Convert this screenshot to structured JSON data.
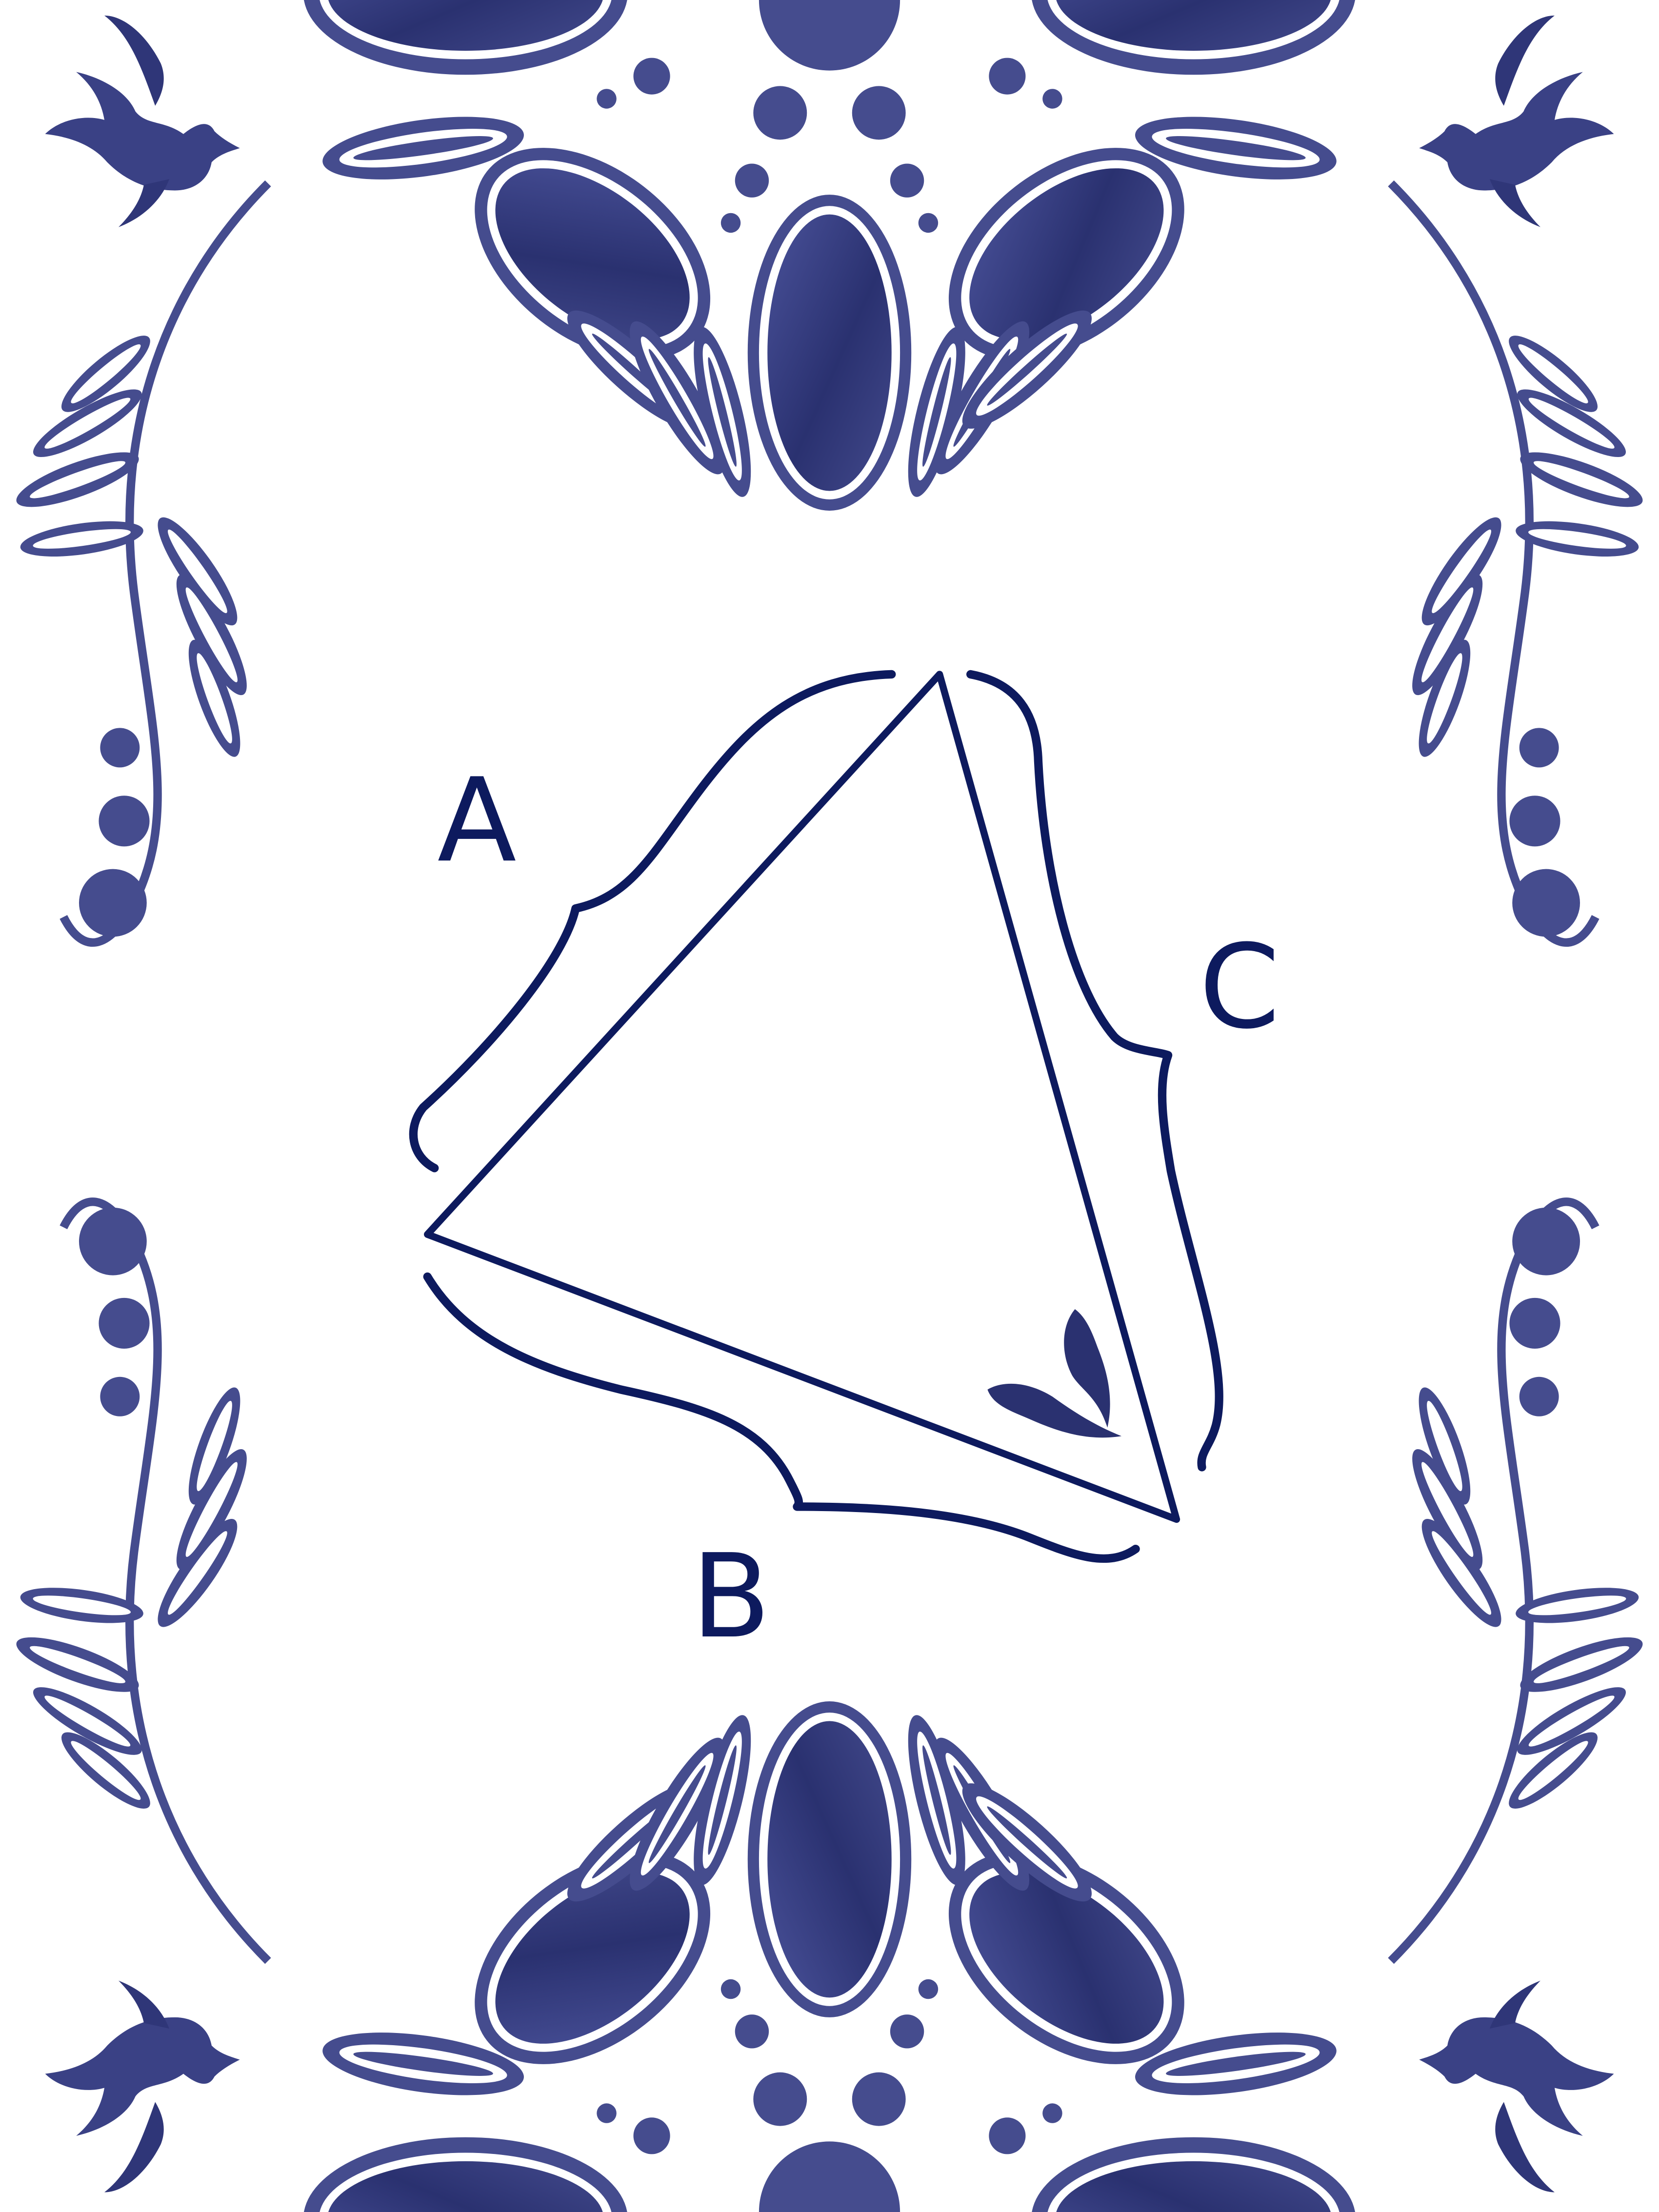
{
  "palette": {
    "deep_blue": "#2a3170",
    "mid_blue": "#454c8e",
    "line_navy": "#0d1a5e",
    "background": "#ffffff"
  },
  "diagram": {
    "vertex_labels": {
      "a": "A",
      "b": "B",
      "c": "C"
    }
  },
  "decorations": [
    "flower-top",
    "flower-bottom",
    "bird-top-left",
    "bird-top-right",
    "bird-bottom-left",
    "bird-bottom-right",
    "vine-left-upper",
    "vine-right-upper",
    "vine-left-lower",
    "vine-right-lower",
    "corner-drop-ornament"
  ]
}
